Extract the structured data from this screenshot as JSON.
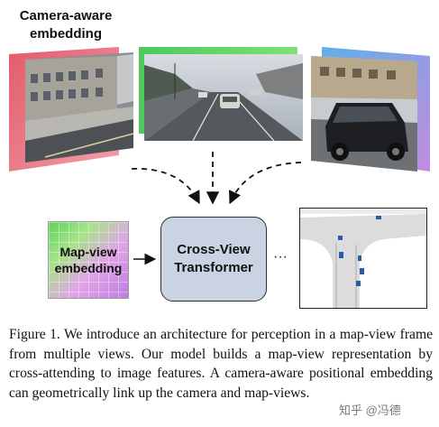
{
  "camera_embedding_label": [
    "Camera-aware",
    "embedding"
  ],
  "map_view_label": [
    "Map-view",
    "embedding"
  ],
  "transformer_label": [
    "Cross-View",
    "Transformer"
  ],
  "ellipsis": "···",
  "caption": "Figure 1.  We introduce an architecture for perception in a map-view frame from multiple views.  Our model builds a map-view representation by cross-attending to image features.  A camera-aware positional embedding can geometrically link up the camera and map-views.",
  "watermark": "知乎 @冯德",
  "frame_colors": {
    "left": "#d9515f",
    "center": "#58c66a",
    "right": "#62b4e6"
  }
}
